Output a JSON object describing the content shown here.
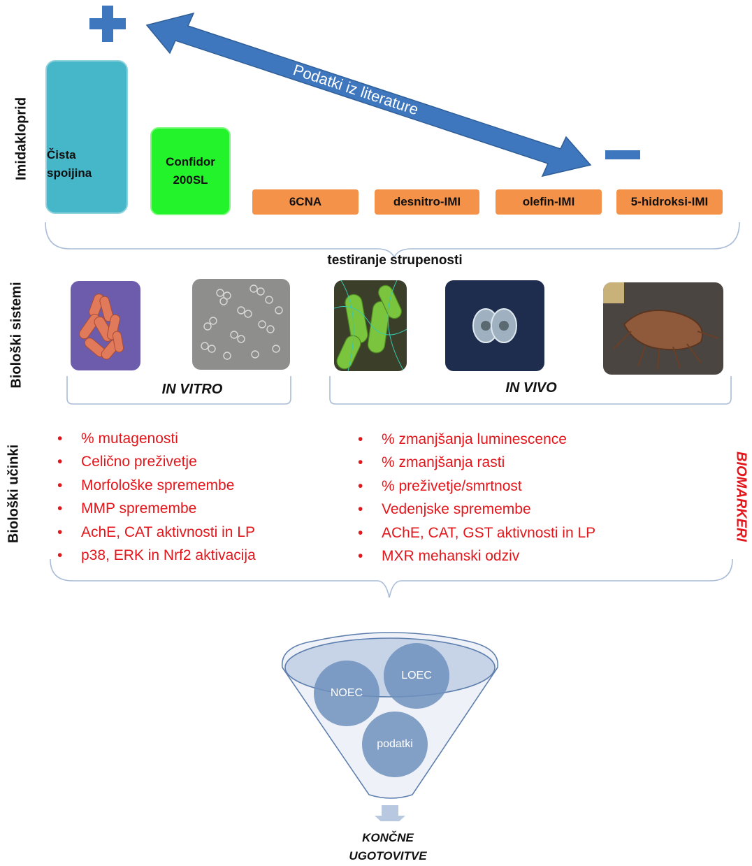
{
  "top": {
    "plus_symbol": "+",
    "minus_symbol": "–",
    "arrow_label": "Podatki iz literature",
    "row_label": "Imidakloprid",
    "compounds": [
      {
        "line1": "Čista",
        "line2": "spoijina"
      },
      {
        "line1": "Confidor",
        "line2": "200SL"
      }
    ],
    "metabolites": [
      "6CNA",
      "desnitro-IMI",
      "olefin-IMI",
      "5-hidroksi-IMI"
    ],
    "brace_caption": "testiranje strupenosti"
  },
  "systems": {
    "row_label": "Biološki sistemi",
    "in_vitro": "IN VITRO",
    "in_vivo": "IN VIVO",
    "images": [
      "bacteria-rods-image",
      "cell-culture-image",
      "green-bacteria-image",
      "algae-cell-image",
      "amphipod-image"
    ]
  },
  "effects": {
    "row_label": "Biološki učinki",
    "in_vitro_list": [
      "% mutagenosti",
      "Celično preživetje",
      "Morfološke spremembe",
      "MMP spremembe",
      "AchE, CAT aktivnosti in LP",
      "p38, ERK in Nrf2 aktivacija"
    ],
    "in_vivo_list": [
      "% zmanjšanja luminescence",
      "% zmanjšanja rasti",
      "% preživetje/smrtnost",
      "Vedenjske spremembe",
      "AChE, CAT, GST aktivnosti in LP",
      "MXR mehanski odziv"
    ],
    "side_label": "BIOMARKERI"
  },
  "funnel": {
    "circles": [
      "NOEC",
      "LOEC",
      "podatki"
    ],
    "conclusion_line1": "KONČNE",
    "conclusion_line2": "UGOTOVITVE"
  },
  "colors": {
    "arrow_blue": "#3e77bd",
    "pure_compound": "#45b7c9",
    "confidor": "#22f32a",
    "metabolite": "#f4924a",
    "effect_text": "#e2161b",
    "funnel_circle": "#6f90bd"
  }
}
